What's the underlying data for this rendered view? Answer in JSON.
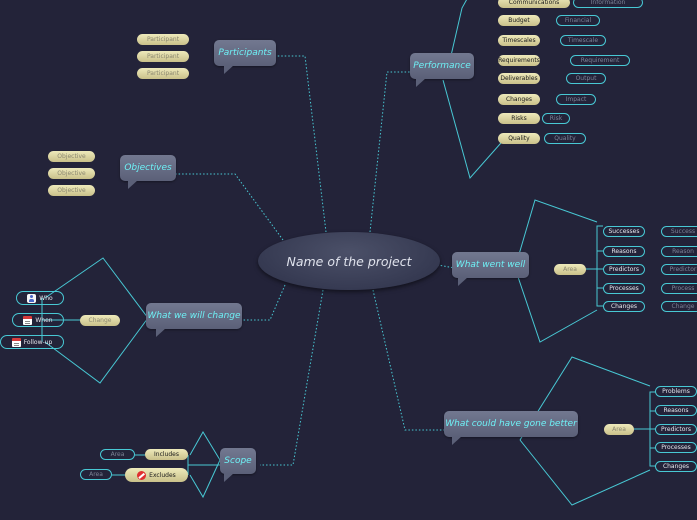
{
  "central": {
    "label": "Name of the project"
  },
  "participants": {
    "label": "Participants",
    "items": [
      "Participant",
      "Participant",
      "Participant"
    ]
  },
  "objectives": {
    "label": "Objectives",
    "items": [
      "Objective",
      "Objective",
      "Objective"
    ]
  },
  "what_we_will_change": {
    "label": "What we will change",
    "change": "Change",
    "items": [
      {
        "label": "Who",
        "icon": "person-icon"
      },
      {
        "label": "When",
        "icon": "calendar-icon"
      },
      {
        "label": "Follow-up",
        "icon": "calendar-icon"
      }
    ]
  },
  "scope": {
    "label": "Scope",
    "items": [
      {
        "label": "Includes",
        "area": "Area",
        "icon": ""
      },
      {
        "label": "Excludes",
        "area": "Area",
        "icon": "no-entry-icon"
      }
    ]
  },
  "performance": {
    "label": "Performance",
    "items": [
      {
        "label": "Communications",
        "value": "Information"
      },
      {
        "label": "Budget",
        "value": "Financial"
      },
      {
        "label": "Timescales",
        "value": "Timescale"
      },
      {
        "label": "Requirements",
        "value": "Requirement"
      },
      {
        "label": "Deliverables",
        "value": "Output"
      },
      {
        "label": "Changes",
        "value": "Impact"
      },
      {
        "label": "Risks",
        "value": "Risk"
      },
      {
        "label": "Quality",
        "value": "Quality"
      }
    ]
  },
  "what_went_well": {
    "label": "What went well",
    "area": "Area",
    "items": [
      {
        "label": "Successes",
        "value": "Success"
      },
      {
        "label": "Reasons",
        "value": "Reason"
      },
      {
        "label": "Predictors",
        "value": "Predictor"
      },
      {
        "label": "Processes",
        "value": "Process"
      },
      {
        "label": "Changes",
        "value": "Change"
      }
    ]
  },
  "what_could_have_gone_better": {
    "label": "What could have gone better",
    "area": "Area",
    "items": [
      {
        "label": "Problems"
      },
      {
        "label": "Reasons"
      },
      {
        "label": "Predictors"
      },
      {
        "label": "Processes"
      },
      {
        "label": "Changes"
      }
    ]
  },
  "colors": {
    "background": "#232339",
    "connector": "#48c8d4",
    "topic_text": "#6ef0f5",
    "pill": "#eeeabb"
  }
}
